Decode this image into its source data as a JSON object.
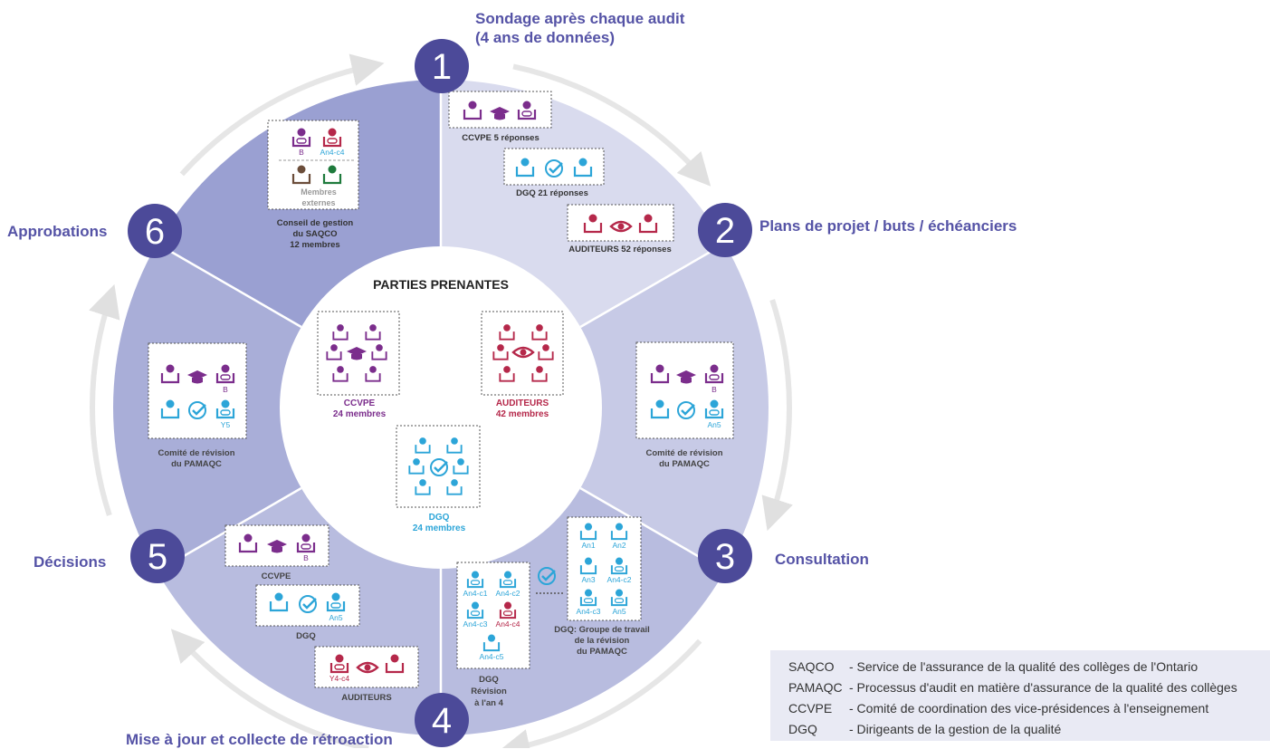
{
  "colors": {
    "ring_stage1": "#d9dbee",
    "ring_stage2": "#c7cae6",
    "ring_stage3": "#b8bcdf",
    "ring_stage4": "#b8bcdf",
    "ring_stage5": "#a9aed8",
    "ring_stage6": "#9aa0d2",
    "step_circle": "#4c4a99",
    "ccvpe": "#7b2d8c",
    "auditeurs": "#b5284a",
    "dgq": "#2ca5d8",
    "external_brown": "#6b4d3a",
    "external_green": "#1e7a3c",
    "arrow": "#e6e6e6"
  },
  "steps": [
    {
      "number": "1",
      "label_lines": [
        "Sondage après chaque audit",
        "(4 ans de données)"
      ]
    },
    {
      "number": "2",
      "label_lines": [
        "Plans de projet / buts / échéanciers"
      ]
    },
    {
      "number": "3",
      "label_lines": [
        "Consultation"
      ]
    },
    {
      "number": "4",
      "label_lines": [
        "Mise à jour et collecte de rétroaction"
      ]
    },
    {
      "number": "5",
      "label_lines": [
        "Décisions"
      ]
    },
    {
      "number": "6",
      "label_lines": [
        "Approbations"
      ]
    }
  ],
  "center": {
    "title": "PARTIES PRENANTES",
    "groups": [
      {
        "id": "ccvpe",
        "name": "CCVPE",
        "members": "24 membres"
      },
      {
        "id": "auditeurs",
        "name": "AUDITEURS",
        "members": "42 membres"
      },
      {
        "id": "dgq",
        "name": "DGQ",
        "members": "24 membres"
      }
    ]
  },
  "stage1": {
    "ccvpe": {
      "name": "CCVPE",
      "responses": "5 réponses"
    },
    "dgq": {
      "name": "DGQ",
      "responses": "21 réponses"
    },
    "auditeurs": {
      "name": "AUDITEURS",
      "responses": "52 réponses"
    }
  },
  "stage2": {
    "badges": [
      "B",
      "An5"
    ],
    "caption_lines": [
      "Comité de révision",
      "du PAMAQC"
    ]
  },
  "stage3": {
    "workgroup_badges": [
      "An1",
      "An2",
      "An3",
      "An4-c2",
      "An4-c3",
      "An5"
    ],
    "workgroup_caption_lines": [
      "DGQ: Groupe de travail",
      "de la révision",
      "du PAMAQC"
    ],
    "revision_badges": [
      "An4-c1",
      "An4-c2",
      "An4-c3",
      "An4-c4",
      "An4-c5"
    ],
    "revision_caption_lines": [
      "DGQ",
      "Révision",
      "à l'an 4"
    ]
  },
  "stage4": {
    "ccvpe_badge": "B",
    "ccvpe_caption": "CCVPE",
    "dgq_badge": "An5",
    "dgq_caption": "DGQ",
    "aud_badge": "Y4-c4",
    "aud_caption": "AUDITEURS"
  },
  "stage5": {
    "badges": [
      "B",
      "Y5"
    ],
    "caption_lines": [
      "Comité de révision",
      "du PAMAQC"
    ]
  },
  "stage6": {
    "badges": [
      "B",
      "An4-c4"
    ],
    "external_lines": [
      "Membres",
      "externes"
    ],
    "caption_lines": [
      "Conseil de gestion",
      "du SAQCO",
      "12 membres"
    ]
  },
  "legend": [
    {
      "abbr": "SAQCO",
      "def": "-  Service de l'assurance de la qualité des collèges de l'Ontario"
    },
    {
      "abbr": "PAMAQC",
      "def": "- Processus d'audit en matière d'assurance de la qualité des collèges"
    },
    {
      "abbr": "CCVPE",
      "def": "-  Comité de coordination des vice-présidences à l'enseignement"
    },
    {
      "abbr": "DGQ",
      "def": "-  Dirigeants de la gestion de la qualité"
    }
  ]
}
